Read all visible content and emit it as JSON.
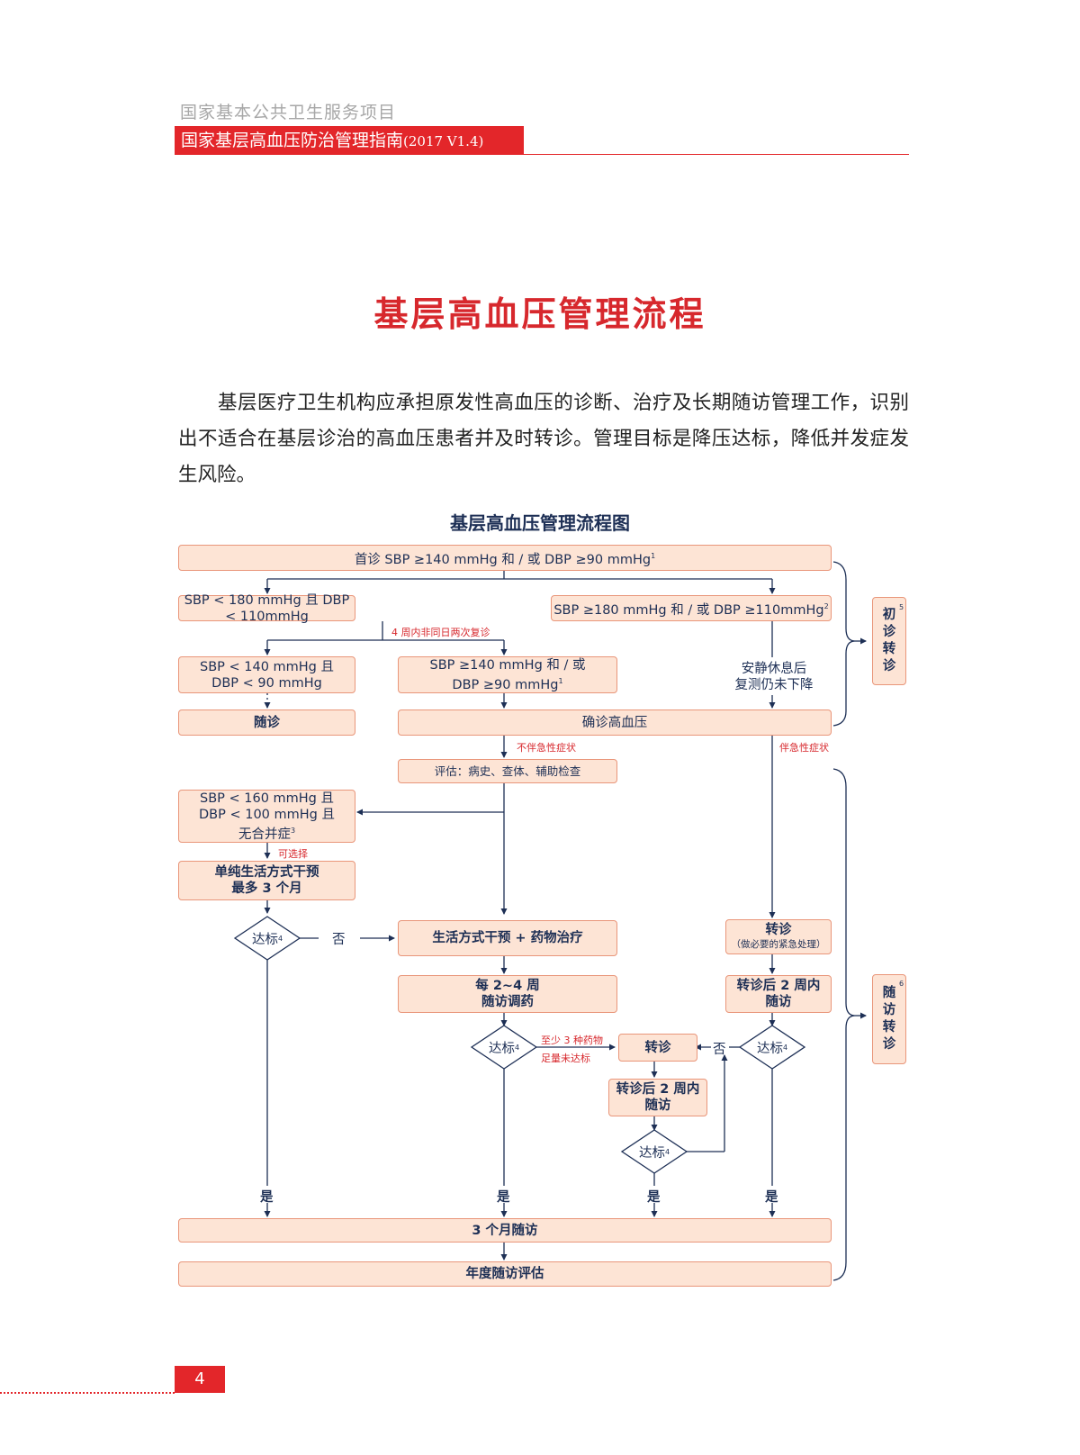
{
  "header": {
    "series": "国家基本公共卫生服务项目",
    "guide": "国家基层高血压防治管理指南",
    "version": "(2017 V1.4)"
  },
  "title": "基层高血压管理流程",
  "intro": "基层医疗卫生机构应承担原发性高血压的诊断、治疗及长期随访管理工作，识别出不适合在基层诊治的高血压患者并及时转诊。管理目标是降压达标，降低并发症发生风险。",
  "flowchart": {
    "title": "基层高血压管理流程图",
    "first_visit": "首诊 SBP ≥140 mmHg 和 / 或 DBP ≥90 mmHg",
    "left_range": "SBP < 180 mmHg 且 DBP < 110mmHg",
    "right_range": "SBP ≥180 mmHg 和 / 或 DBP ≥110mmHg",
    "repeat_label": "4 周内非同日两次复诊",
    "normal_line1": "SBP < 140 mmHg 且",
    "normal_line2": "DBP < 90 mmHg",
    "high_line1": "SBP ≥140 mmHg 和 / 或",
    "high_line2": "DBP ≥90 mmHg",
    "rest_line1": "安静休息后",
    "rest_line2": "复测仍未下降",
    "follow_up": "随诊",
    "confirm": "确诊高血压",
    "no_emergency": "不伴急性症状",
    "with_emergency": "伴急性症状",
    "assess": "评估：病史、查体、辅助检查",
    "mild_line1": "SBP < 160 mmHg 且",
    "mild_line2": "DBP < 100 mmHg 且",
    "mild_line3": "无合并症",
    "optional": "可选择",
    "lifestyle_line1": "单纯生活方式干预",
    "lifestyle_line2": "最多 3 个月",
    "target": "达标",
    "no": "否",
    "yes": "是",
    "lifestyle_drug": "生活方式干预 + 药物治疗",
    "referral": "转诊",
    "referral_note": "（做必要的紧急处理）",
    "titrate_line1": "每 2~4 周",
    "titrate_line2": "随访调药",
    "after_ref_line1": "转诊后 2 周内",
    "after_ref_line2": "随访",
    "three_drugs_line1": "至少 3 种药物",
    "three_drugs_line2": "足量未达标",
    "three_month": "3 个月随访",
    "annual": "年度随访评估",
    "side_initial": [
      "初",
      "诊",
      "转",
      "诊"
    ],
    "side_followup": [
      "随",
      "访",
      "转",
      "诊"
    ]
  },
  "page_number": "4",
  "colors": {
    "accent_red": "#e3262a",
    "box_fill": "#fde4d5",
    "box_border": "#e9967a",
    "navy": "#1d2f55"
  }
}
